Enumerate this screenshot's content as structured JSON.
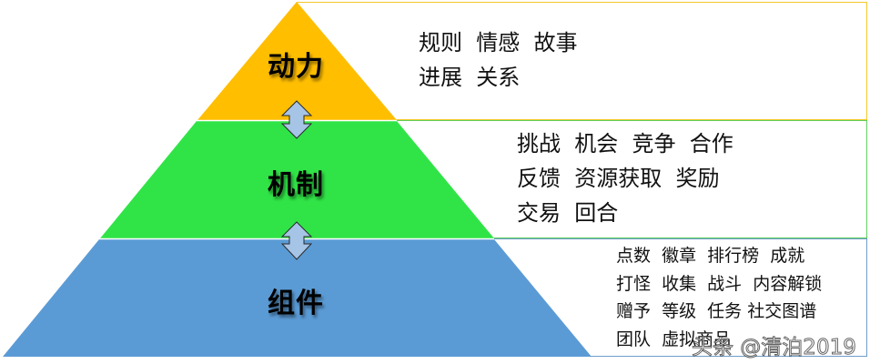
{
  "diagram": {
    "type": "pyramid",
    "tiers": [
      {
        "name": "动力",
        "color": "#FFBE00",
        "box_border": "#F3C928",
        "items_lines": [
          "规则  情感  故事",
          "进展  关系"
        ]
      },
      {
        "name": "机制",
        "color": "#30E447",
        "box_border": "#5FCF5F",
        "items_lines": [
          "挑战  机会  竞争  合作",
          "反馈  资源获取  奖励",
          "交易  回合"
        ]
      },
      {
        "name": "组件",
        "color": "#5B9BD5",
        "box_border": "#6E9CC9",
        "items_lines": [
          "点数  徽章  排行榜  成就",
          "打怪  收集  战斗  内容解锁",
          "赠予  等级  任务 社交图谱",
          "团队  虚拟商品"
        ]
      }
    ],
    "connectors": [
      {
        "between": [
          "动力",
          "机制"
        ],
        "icon": "double-arrow-vertical-icon",
        "color": "#A6C4E6"
      },
      {
        "between": [
          "机制",
          "组件"
        ],
        "icon": "double-arrow-vertical-icon",
        "color": "#A6C4E6"
      }
    ]
  },
  "watermark": "头条 @清泊2019"
}
